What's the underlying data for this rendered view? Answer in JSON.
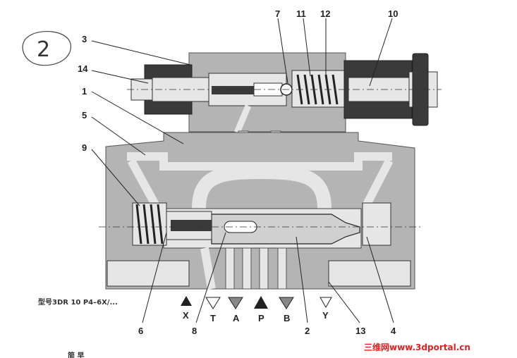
{
  "handwritten_mark": "2",
  "callouts": {
    "c3": "3",
    "c14": "14",
    "c1": "1",
    "c5": "5",
    "c9": "9",
    "c7": "7",
    "c11": "11",
    "c12": "12",
    "c10": "10",
    "c6": "6",
    "c8": "8",
    "c2": "2",
    "c13": "13",
    "c4": "4"
  },
  "ports": {
    "x": "X",
    "t": "T",
    "a": "A",
    "p": "P",
    "b": "B",
    "y": "Y"
  },
  "model_label": "型号3DR 10 P4–6X/...",
  "bottom_text": "简 早",
  "watermark": "三维网www.3dportal.cn",
  "colors": {
    "body": "#b4b4b4",
    "dark": "#3a3a3a",
    "light": "#e6e6e6",
    "watermark": "#e02020"
  }
}
